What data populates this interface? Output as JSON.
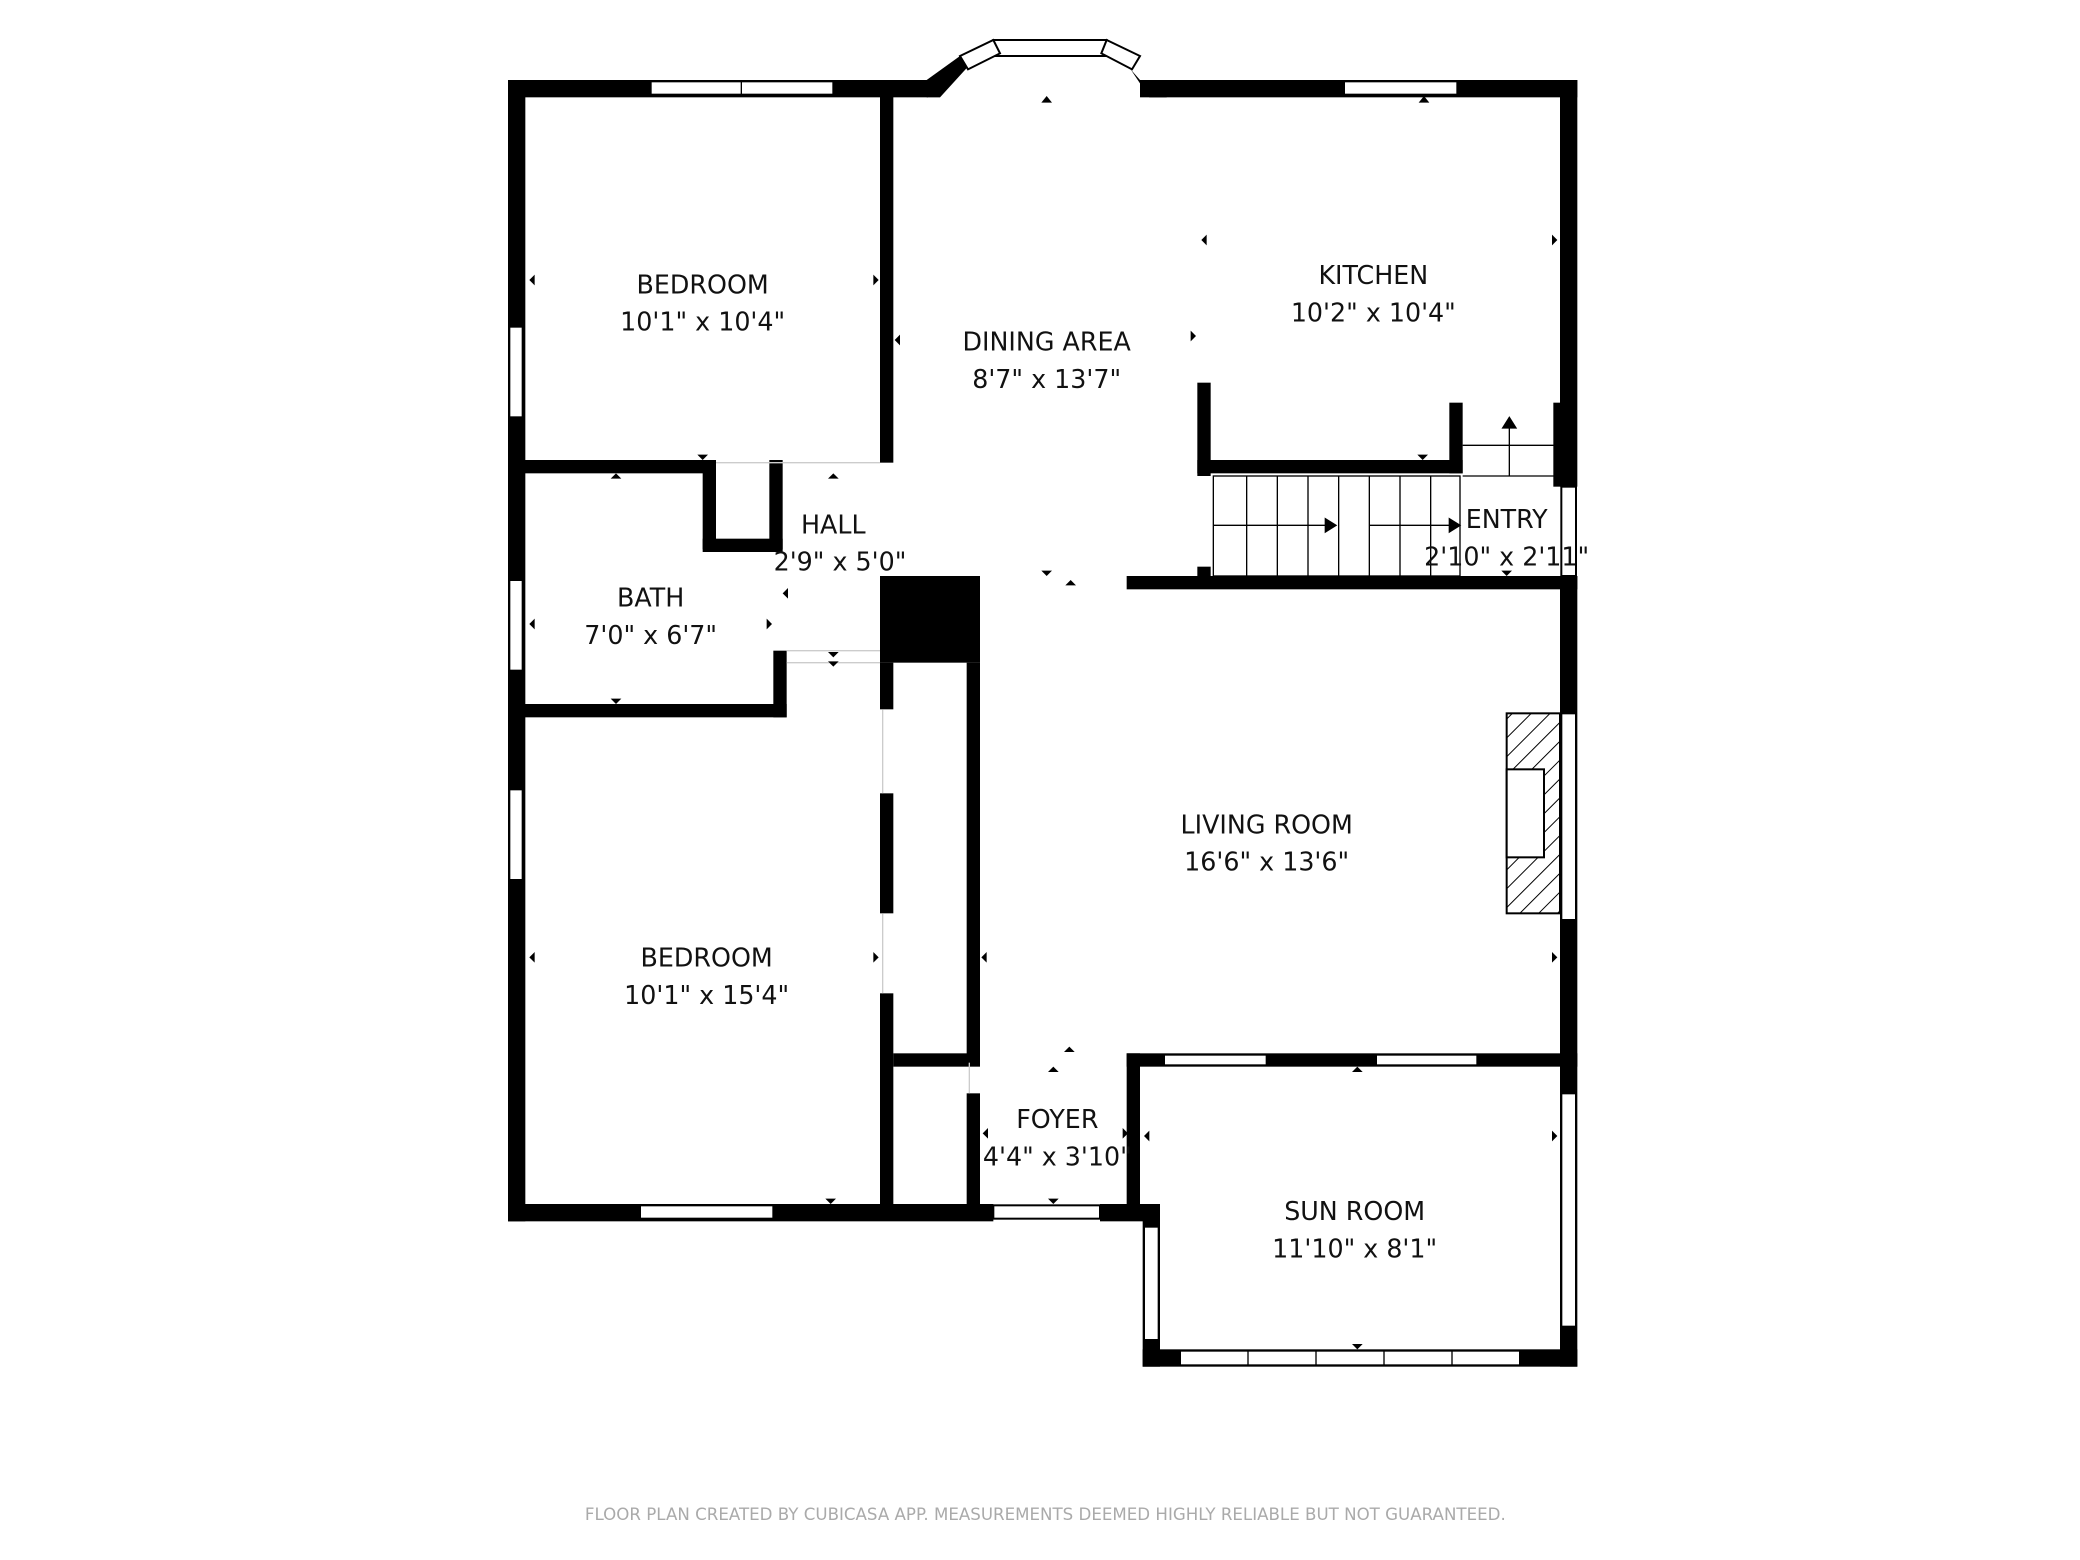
{
  "rooms": [
    {
      "name": "BEDROOM",
      "size": "10'1\" x 10'4\""
    },
    {
      "name": "DINING AREA",
      "size": "8'7\" x 13'7\""
    },
    {
      "name": "KITCHEN",
      "size": "10'2\" x 10'4\""
    },
    {
      "name": "HALL",
      "size": "2'9\" x 5'0\""
    },
    {
      "name": "BATH",
      "size": "7'0\" x 6'7\""
    },
    {
      "name": "ENTRY",
      "size": "2'10\" x 2'11\""
    },
    {
      "name": "LIVING ROOM",
      "size": "16'6\" x 13'6\""
    },
    {
      "name": "BEDROOM",
      "size": "10'1\" x 15'4\""
    },
    {
      "name": "FOYER",
      "size": "4'4\" x 3'10\""
    },
    {
      "name": "SUN ROOM",
      "size": "11'10\" x 8'1\""
    }
  ],
  "footer": "FLOOR PLAN CREATED BY CUBICASA APP. MEASUREMENTS DEEMED HIGHLY RELIABLE BUT NOT GUARANTEED."
}
